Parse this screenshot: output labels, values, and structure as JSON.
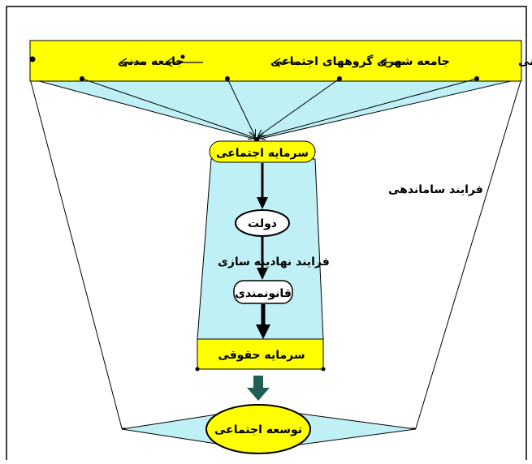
{
  "header": {
    "items": [
      "جمعیت های انسانی",
      "جامعه شهری",
      "گروههای اجتماعی",
      "جامعه مدنی"
    ]
  },
  "nodes": {
    "social_capital": "سرمایه اجتماعی",
    "state": "دولت",
    "lawfulness": "قانونمندی",
    "legal_capital": "سرمایه حقوقی",
    "social_development": "توسعه اجتماعی"
  },
  "labels": {
    "organizing_process": "فرایند ساماندهی",
    "institutionalization_process": "فرایند نهادینه سازی"
  },
  "colors": {
    "yellow": "#ffff00",
    "cyan": "#bff0f6",
    "arrow_green": "#1f5f55",
    "stroke": "#000000"
  }
}
